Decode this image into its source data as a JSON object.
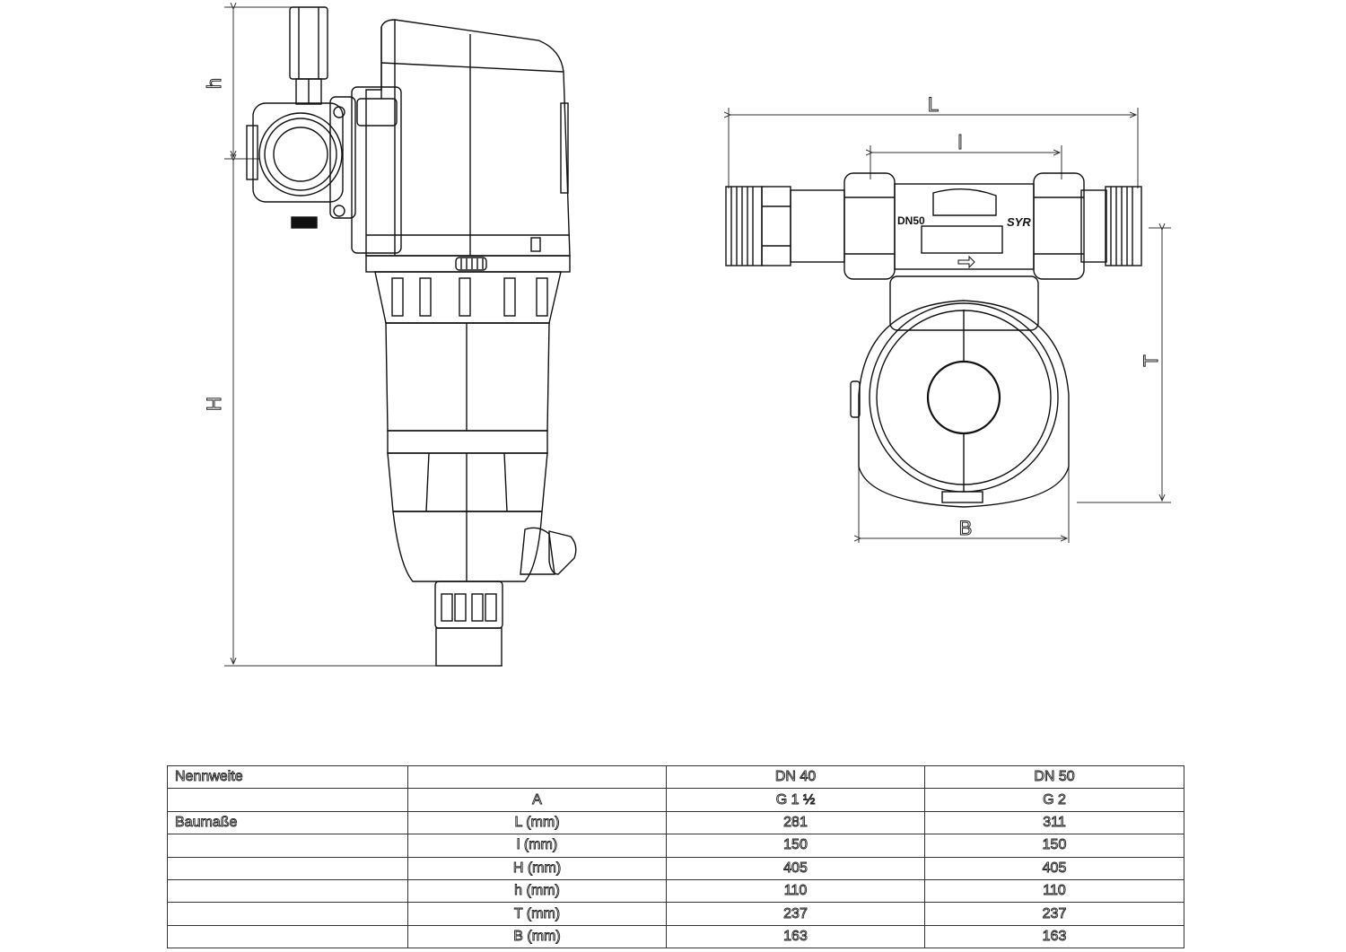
{
  "dimensions": {
    "side_view": {
      "h": "h",
      "H": "H"
    },
    "top_view": {
      "L": "L",
      "l": "l",
      "T": "T",
      "B": "B"
    }
  },
  "product_marks": {
    "nominal": "DN50",
    "brand": "SYR"
  },
  "table": {
    "rows": [
      [
        "Nennweite",
        "",
        "DN 40",
        "DN 50"
      ],
      [
        "",
        "A",
        "G 1 ½",
        "G 2"
      ],
      [
        "Baumaße",
        "L (mm)",
        "281",
        "311"
      ],
      [
        "",
        "l (mm)",
        "150",
        "150"
      ],
      [
        "",
        "H (mm)",
        "405",
        "405"
      ],
      [
        "",
        "h (mm)",
        "110",
        "110"
      ],
      [
        "",
        "T (mm)",
        "237",
        "237"
      ],
      [
        "",
        "B (mm)",
        "163",
        "163"
      ]
    ]
  }
}
